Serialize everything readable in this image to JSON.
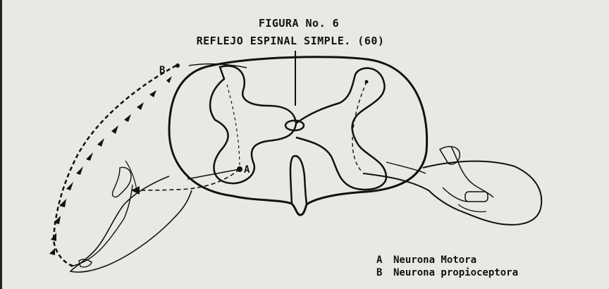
{
  "figure": {
    "title": "FIGURA No. 6",
    "subtitle": "REFLEJO ESPINAL SIMPLE. (60)",
    "label_a": "A",
    "label_b": "B"
  },
  "legend": [
    {
      "key": "A",
      "text": "Neurona Motora"
    },
    {
      "key": "B",
      "text": "Neurona propioceptora"
    }
  ]
}
